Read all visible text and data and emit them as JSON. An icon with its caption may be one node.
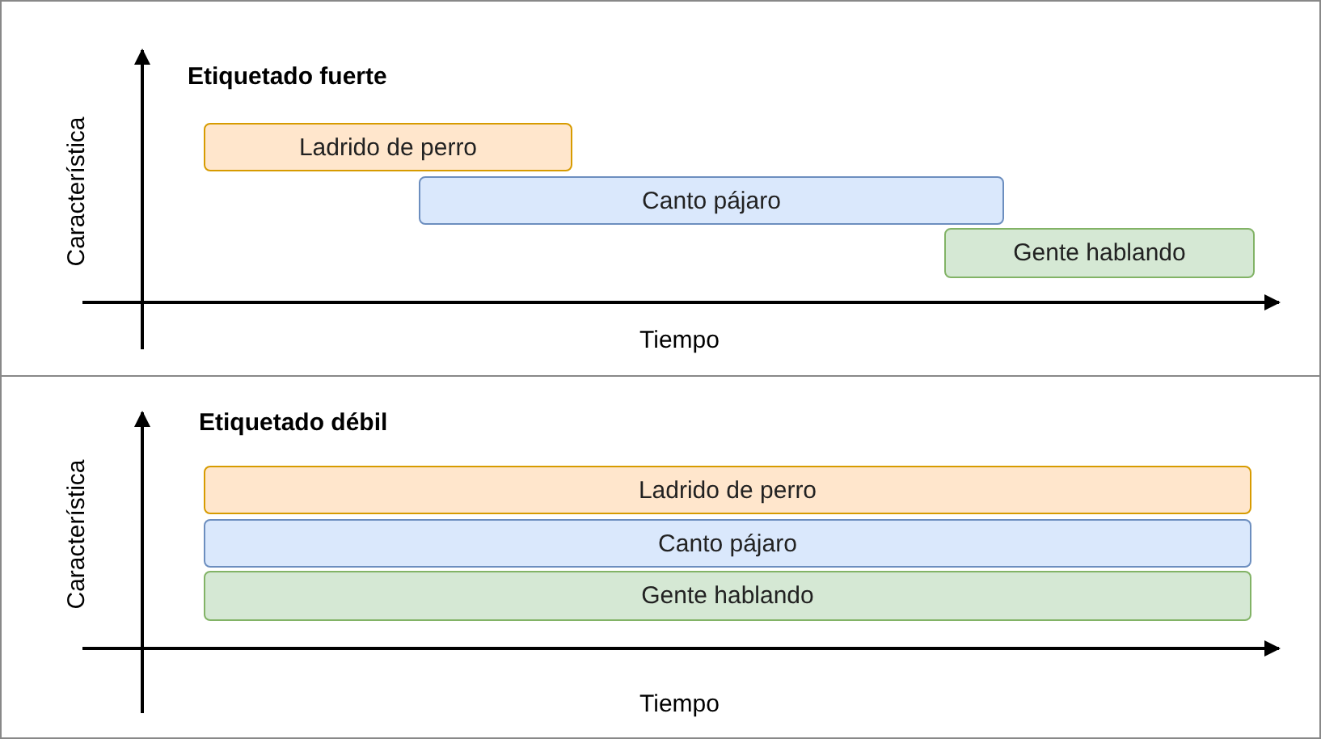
{
  "diagram": {
    "nodes": [
      {
        "text": [
          "Etiquetado fuerte"
        ]
      },
      {
        "text": [
          "Ladrido de perro"
        ],
        "in": 0
      },
      {
        "text": [
          "Canto pájaro"
        ],
        "in": 0
      },
      {
        "text": [
          "Gente hablando"
        ],
        "in": 0
      },
      {
        "text": [
          "Etiquetado débil"
        ]
      },
      {
        "text": [
          "Ladrido de perro"
        ],
        "in": 4
      },
      {
        "text": [
          "Canto pájaro"
        ],
        "in": 4
      },
      {
        "text": [
          "Gente hablando"
        ],
        "in": 4
      }
    ],
    "labels": [
      "Característica",
      "Tiempo",
      "Característica",
      "Tiempo"
    ]
  }
}
